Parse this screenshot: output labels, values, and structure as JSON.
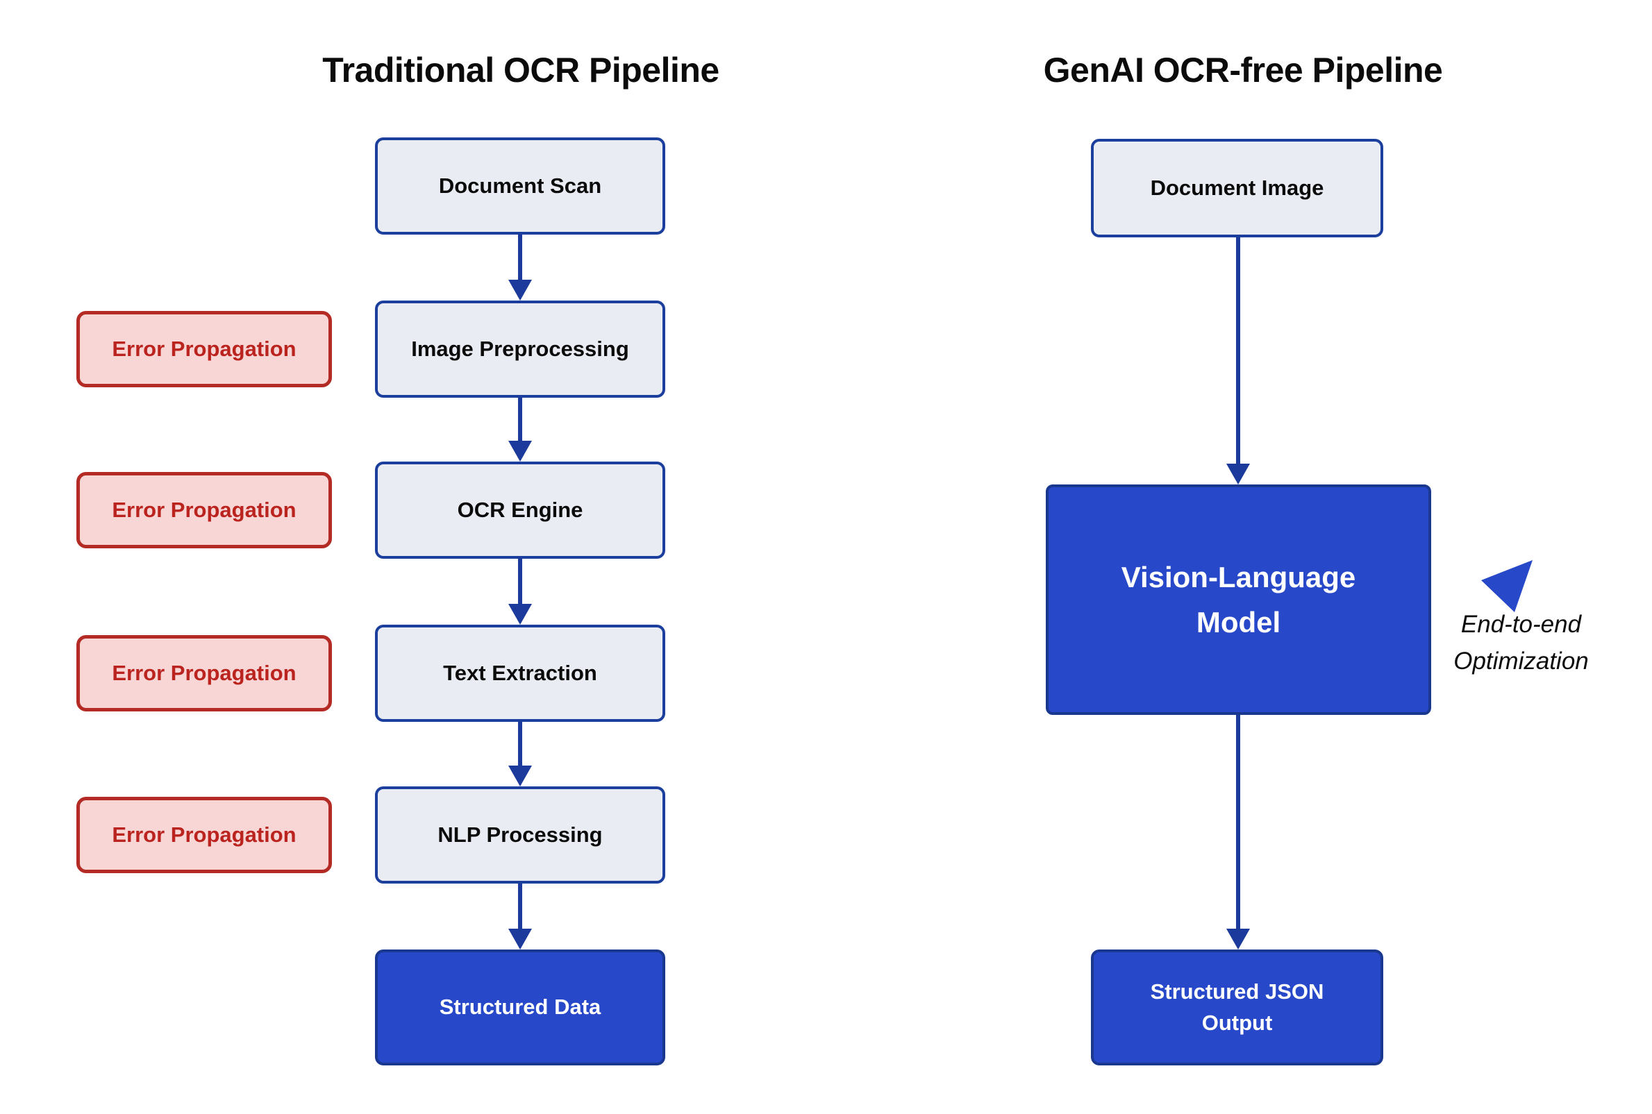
{
  "left_pipeline": {
    "title": "Traditional OCR Pipeline",
    "stages": [
      {
        "label": "Document Scan",
        "variant": "light"
      },
      {
        "label": "Image Preprocessing",
        "variant": "light"
      },
      {
        "label": "OCR Engine",
        "variant": "light"
      },
      {
        "label": "Text Extraction",
        "variant": "light"
      },
      {
        "label": "NLP Processing",
        "variant": "light"
      },
      {
        "label": "Structured Data",
        "variant": "primary"
      }
    ],
    "error_labels": [
      "Error Propagation",
      "Error Propagation",
      "Error Propagation",
      "Error Propagation"
    ]
  },
  "right_pipeline": {
    "title": "GenAI OCR-free Pipeline",
    "stages": [
      {
        "lines": [
          "Document Image"
        ],
        "variant": "light"
      },
      {
        "lines": [
          "Vision-Language",
          "Model"
        ],
        "variant": "primary"
      },
      {
        "lines": [
          "Structured JSON",
          "Output"
        ],
        "variant": "primary"
      }
    ],
    "annotation": {
      "lines": [
        "End-to-end",
        "Optimization"
      ]
    }
  },
  "colors": {
    "primary_blue_fill": "#2748c8",
    "primary_blue_border": "#1b3890",
    "light_box_fill": "#e9edf3",
    "navy_border": "#1c3f9e",
    "arrow_navy": "#1b3a9c",
    "error_border_red": "#b42b26",
    "error_fill_pink": "#f8d6d6",
    "error_text_red": "#bb231e",
    "title_text": "#0b0b0b"
  }
}
